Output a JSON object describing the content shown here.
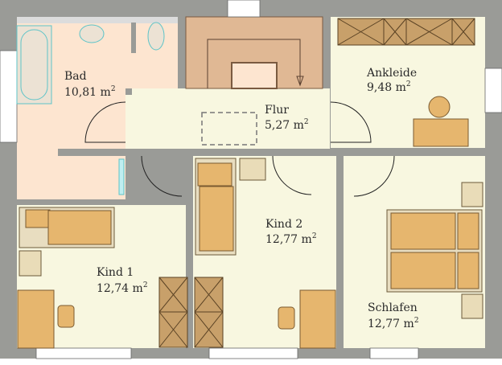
{
  "rooms": {
    "bad": {
      "name": "Bad",
      "area": "10,81 m",
      "unit_sup": "2"
    },
    "flur": {
      "name": "Flur",
      "area": "5,27 m",
      "unit_sup": "2"
    },
    "ankleide": {
      "name": "Ankleide",
      "area": "9,48 m",
      "unit_sup": "2"
    },
    "kind1": {
      "name": "Kind 1",
      "area": "12,74 m",
      "unit_sup": "2"
    },
    "kind2": {
      "name": "Kind 2",
      "area": "12,77 m",
      "unit_sup": "2"
    },
    "schlafen": {
      "name": "Schlafen",
      "area": "12,77 m",
      "unit_sup": "2"
    }
  },
  "colors": {
    "wall": "#9a9b97",
    "bath": "#fde5d0",
    "floor": "#f8f7e0",
    "stairs": "#e0b894"
  }
}
